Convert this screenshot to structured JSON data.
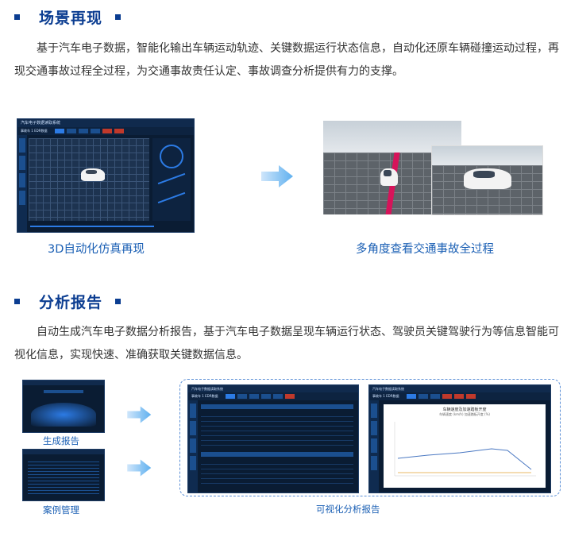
{
  "section1": {
    "title": "场景再现",
    "paragraph": "基于汽车电子数据，智能化输出车辆运动轨迹、关键数据运行状态信息，自动化还原车辆碰撞运动过程，再现交通事故过程全过程，为交通事故责任认定、事故调查分析提供有力的支撑。",
    "caption_left": "3D自动化仿真再现",
    "caption_right": "多角度查看交通事故全过程",
    "app_title": "汽车电子数据读取系统",
    "app_case": "事故车 1 EDR数据"
  },
  "section2": {
    "title": "分析报告",
    "paragraph": "自动生成汽车电子数据分析报告，基于汽车电子数据呈现车辆运行状态、驾驶员关键驾驶行为等信息智能可视化信息，实现快速、准确获取关键数据信息。",
    "caption_generate": "生成报告",
    "caption_case": "案例管理",
    "caption_visual": "可视化分析报告",
    "app_title_1": "汽车电子数据读取系统",
    "app_title_2": "汽车电子数据读取系统",
    "app_case": "事故车 1 EDR数据",
    "chart_title": "车辆速度及加速踏板开度",
    "chart_legend": "车辆速度 (km/h)   加速踏板开度 (%)"
  },
  "colors": {
    "accent": "#0b3d91",
    "caption": "#1a5fb4",
    "app_bg": "#0a1c33"
  }
}
